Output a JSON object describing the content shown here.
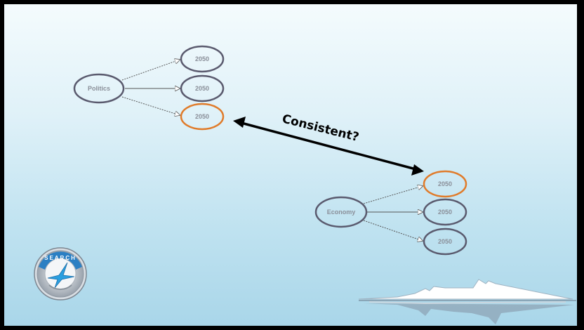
{
  "diagram": {
    "left_cluster": {
      "source_label": "Politics",
      "targets": [
        {
          "label": "2050",
          "highlighted": false
        },
        {
          "label": "2050",
          "highlighted": false
        },
        {
          "label": "2050",
          "highlighted": true
        }
      ]
    },
    "right_cluster": {
      "source_label": "Economy",
      "targets": [
        {
          "label": "2050",
          "highlighted": true
        },
        {
          "label": "2050",
          "highlighted": false
        },
        {
          "label": "2050",
          "highlighted": false
        }
      ]
    },
    "connector_label": "Consistent?"
  },
  "colors": {
    "node_stroke": "#5a5a6e",
    "highlight_stroke": "#e07b2a",
    "arrow": "#000000"
  },
  "logos": {
    "search_logo": "SEARCH"
  }
}
